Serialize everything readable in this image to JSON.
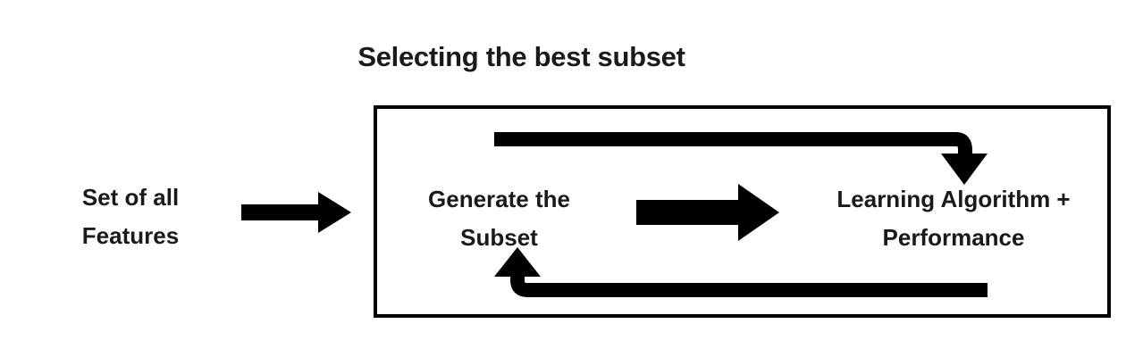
{
  "title": "Selecting the best subset",
  "nodes": {
    "source": {
      "line1": "Set of all",
      "line2": "Features"
    },
    "generate": {
      "line1": "Generate the",
      "line2": "Subset"
    },
    "learning": {
      "line1": "Learning Algorithm +",
      "line2": "Performance"
    }
  },
  "arrows": {
    "input": "arrow-right-icon",
    "forward": "arrow-right-icon",
    "feedback_top": "feedback-arrow-down-icon",
    "feedback_bottom": "feedback-arrow-up-icon"
  },
  "colors": {
    "stroke": "#000000",
    "text": "#1a1a1a",
    "background": "#ffffff"
  },
  "chart_data": {
    "type": "diagram",
    "title": "Selecting the best subset",
    "nodes": [
      {
        "id": "source",
        "label": "Set of all Features",
        "inside_box": false
      },
      {
        "id": "generate",
        "label": "Generate the Subset",
        "inside_box": true
      },
      {
        "id": "learning",
        "label": "Learning Algorithm + Performance",
        "inside_box": true
      }
    ],
    "edges": [
      {
        "from": "source",
        "to": "generate",
        "direction": "right",
        "style": "solid-block-arrow"
      },
      {
        "from": "generate",
        "to": "learning",
        "direction": "right",
        "style": "solid-block-arrow"
      },
      {
        "from": "generate",
        "to": "learning",
        "direction": "loop-top",
        "style": "elbow-arrow-down"
      },
      {
        "from": "learning",
        "to": "generate",
        "direction": "loop-bottom",
        "style": "elbow-arrow-up"
      }
    ],
    "container": {
      "label": "Selecting the best subset",
      "contains": [
        "generate",
        "learning"
      ]
    }
  }
}
